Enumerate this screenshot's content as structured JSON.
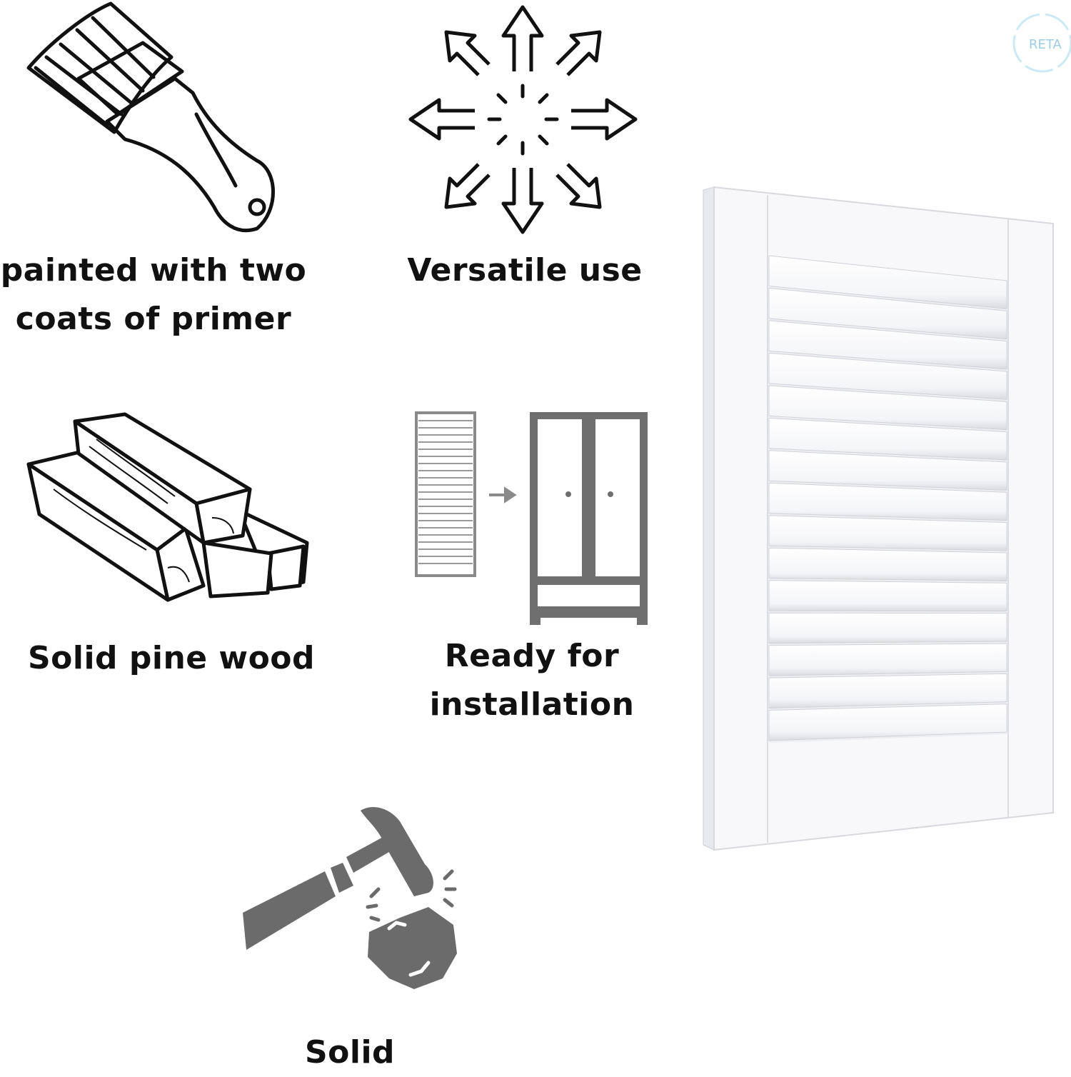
{
  "features": {
    "primer": {
      "line1": "painted with two",
      "line2": "coats of primer",
      "icon": "paintbrush-icon"
    },
    "versatile": {
      "label": "Versatile use",
      "icon": "arrows-outward-icon"
    },
    "pine": {
      "label": "Solid pine wood",
      "icon": "lumber-stack-icon"
    },
    "installation": {
      "line1": "Ready for",
      "line2": "installation",
      "icon": "cabinet-installation-icon"
    },
    "solid": {
      "label": "Solid",
      "icon": "hammer-icon"
    }
  },
  "product": {
    "name": "louvered-shutter-door",
    "color": "#ffffff"
  },
  "logo": {
    "text": "RETA"
  },
  "colors": {
    "text": "#111111",
    "icon_gray": "#6b6b6b",
    "logo_blue": "#7fc8e6"
  }
}
